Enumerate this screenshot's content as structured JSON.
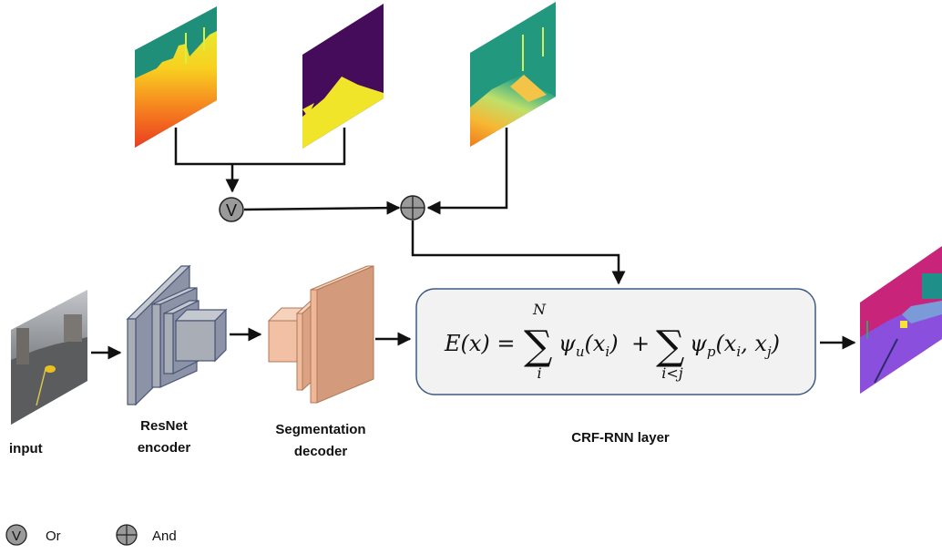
{
  "labels": {
    "input": "input",
    "encoder_line1": "ResNet",
    "encoder_line2": "encoder",
    "decoder_line1": "Segmentation",
    "decoder_line2": "decoder",
    "crf": "CRF-RNN layer"
  },
  "equation": {
    "lhs": "E(x) =",
    "sum1_upper": "N",
    "sum1_lower": "i",
    "term1_psi": "ψ",
    "term1_sub": "u",
    "term1_arg": "(x",
    "term1_arg_sub": "i",
    "term1_close": ")",
    "plus": "+",
    "sum2_lower": "i<j",
    "term2_psi": "ψ",
    "term2_sub": "p",
    "term2_arg": "(x",
    "term2_arg_sub1": "i",
    "term2_comma": ", x",
    "term2_arg_sub2": "j",
    "term2_close": ")"
  },
  "operators": {
    "or_symbol": "V",
    "and_symbol": "+"
  },
  "legend": {
    "or_symbol": "V",
    "or_label": "Or",
    "and_label": "And"
  },
  "colors": {
    "encoder_block": "#a9adb6",
    "encoder_edge": "#4a5577",
    "decoder_block": "#efb898",
    "decoder_side": "#c89478",
    "crf_box_fill": "#f2f2f2",
    "crf_box_stroke": "#3e5a80",
    "operator_fill": "#9a9a9a"
  }
}
